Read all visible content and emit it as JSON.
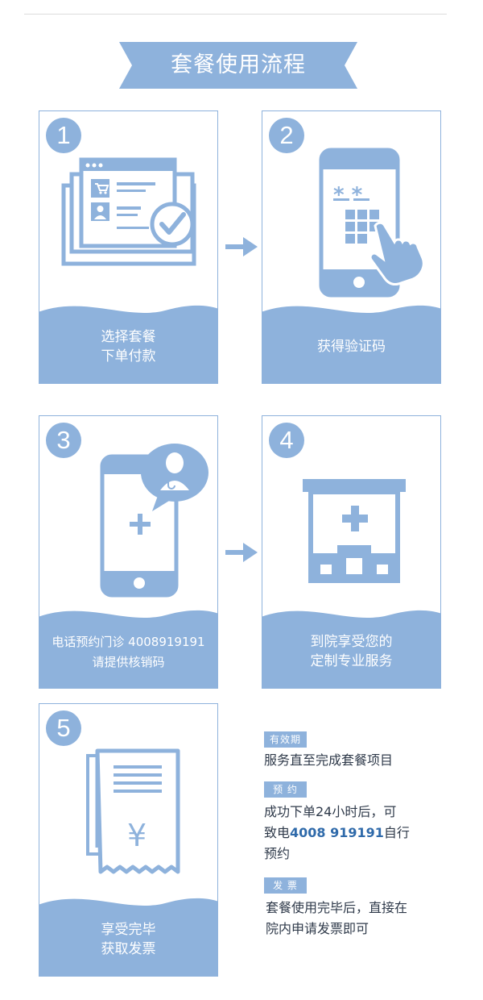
{
  "banner": {
    "title": "套餐使用流程"
  },
  "steps": [
    {
      "number": "1",
      "line1": "选择套餐",
      "line2": "下单付款",
      "icon": "web-order-check-icon"
    },
    {
      "number": "2",
      "line1": "获得验证码",
      "line2": "",
      "icon": "phone-keypad-hand-icon"
    },
    {
      "number": "3",
      "line1": "电话预约门诊 4008919191",
      "line2": "请提供核销码",
      "icon": "phone-doctor-icon"
    },
    {
      "number": "4",
      "line1": "到院享受您的",
      "line2": "定制专业服务",
      "icon": "hospital-building-icon"
    },
    {
      "number": "5",
      "line1": "享受完毕",
      "line2": "获取发票",
      "icon": "receipt-yuan-icon"
    }
  ],
  "info": {
    "validity": {
      "tag": "有效期",
      "text": "服务直至完成套餐项目"
    },
    "booking": {
      "tag": "预 约",
      "text_before": "成功下单24小时后，可",
      "text_call": "致电",
      "phone": "4008 919191",
      "text_after": "自行",
      "text_end": "预约"
    },
    "invoice": {
      "tag": "发 票",
      "line1": "套餐使用完毕后，直接在",
      "line2": "院内申请发票即可"
    }
  },
  "colors": {
    "accent": "#8eb2dc",
    "highlight": "#2f6aaa",
    "text": "#2f3a4a"
  }
}
